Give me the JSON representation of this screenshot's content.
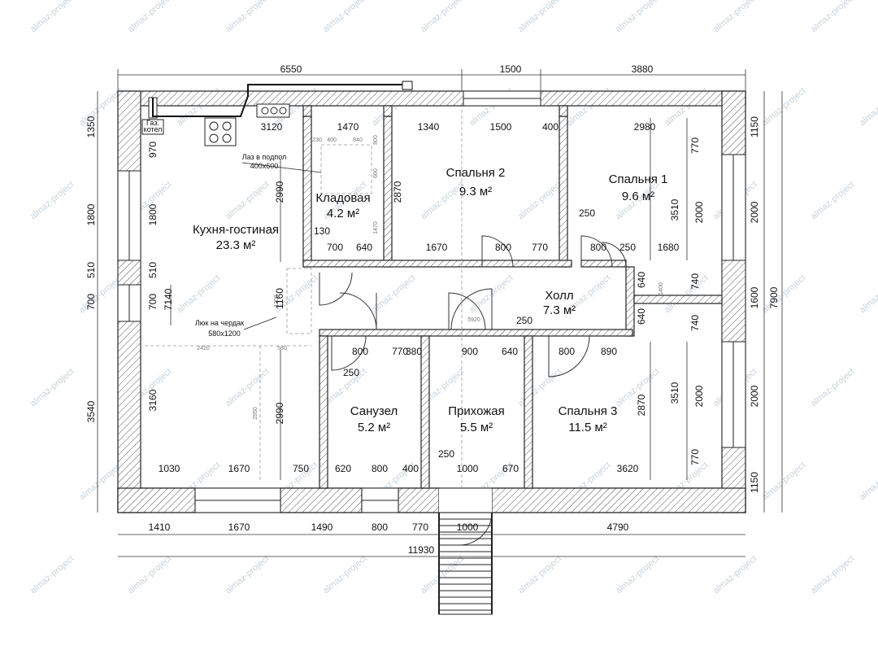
{
  "watermark": "almaz-project",
  "rooms": [
    {
      "id": "kitchen",
      "name": "Кухня-гостиная",
      "area": "23.3 м²"
    },
    {
      "id": "pantry",
      "name": "Кладовая",
      "area": "4.2 м²"
    },
    {
      "id": "bedroom2",
      "name": "Спальня 2",
      "area": "9.3 м²"
    },
    {
      "id": "bedroom1",
      "name": "Спальня 1",
      "area": "9.6 м²"
    },
    {
      "id": "hall",
      "name": "Холл",
      "area": "7.3 м²"
    },
    {
      "id": "bathroom",
      "name": "Санузел",
      "area": "5.2 м²"
    },
    {
      "id": "entrance",
      "name": "Прихожая",
      "area": "5.5 м²"
    },
    {
      "id": "bedroom3",
      "name": "Спальня 3",
      "area": "11.5 м²"
    }
  ],
  "notes": {
    "gas_boiler_1": "Газ.",
    "gas_boiler_2": "котел",
    "floor_hatch_1": "Лаз в подпол",
    "floor_hatch_2": "400х600",
    "attic_hatch_1": "Люк на чердак",
    "attic_hatch_2": "580х1200"
  },
  "dimensions": {
    "top_outer": [
      "6550",
      "1500",
      "3880"
    ],
    "top_inner": [
      "3120",
      "1470",
      "1340",
      "1500",
      "400",
      "2980"
    ],
    "pantry_top_small": [
      "230",
      "400",
      "840"
    ],
    "pantry_side_small": [
      "800",
      "600",
      "1470"
    ],
    "hatch_small": [
      "1200",
      "580",
      "2420",
      "2950"
    ],
    "hall_small": [
      "5920",
      "1400"
    ],
    "mid_row_1": [
      "130",
      "700",
      "640",
      "1670",
      "800",
      "770",
      "250",
      "800",
      "250",
      "1680"
    ],
    "mid_row_2": [
      "800",
      "770",
      "380",
      "900",
      "640",
      "250",
      "800",
      "890"
    ],
    "misc_250": [
      "250",
      "250"
    ],
    "bottom_inner": [
      "1030",
      "1670",
      "750",
      "620",
      "800",
      "400",
      "1000",
      "670",
      "3620"
    ],
    "bottom_outer": [
      "1410",
      "1670",
      "1490",
      "800",
      "770",
      "1000",
      "4790"
    ],
    "bottom_total": "11930",
    "left_outer": [
      "1350",
      "1800",
      "510",
      "700",
      "3540"
    ],
    "left_inner": [
      "970",
      "1800",
      "510",
      "700",
      "3160"
    ],
    "left_total": "7140",
    "kitchen_vertical": [
      "2990",
      "1160",
      "2990"
    ],
    "bedroom2_height": "2870",
    "right_inner": [
      "770",
      "3510",
      "740",
      "740",
      "3510",
      "770"
    ],
    "right_windows": [
      "2000",
      "2000"
    ],
    "right_outer": [
      "1150",
      "2000",
      "1600",
      "2000",
      "1150"
    ],
    "right_total": "7900",
    "hall_vertical": [
      "640",
      "640"
    ],
    "bedroom3_height": "2870"
  }
}
